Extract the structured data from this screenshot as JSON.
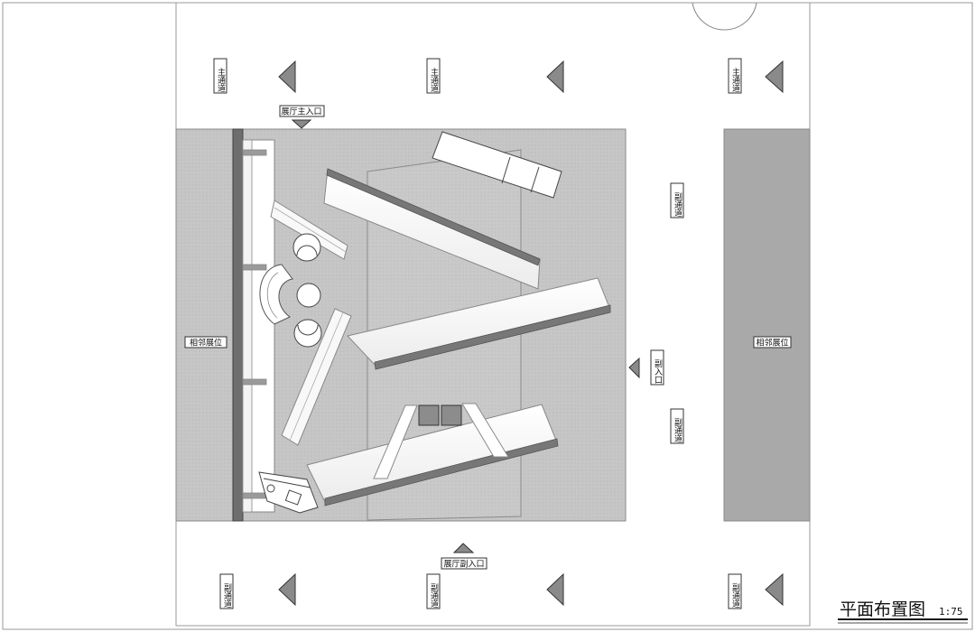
{
  "drawing": {
    "title": "平面布置图",
    "scale": "1:75"
  },
  "labels": {
    "main_aisle": "主通道",
    "side_aisle": "副通道",
    "adjacent_booth": "相邻展位",
    "hall_main_entrance": "展厅主入口",
    "hall_side_entrance": "展厅副入口",
    "side_entrance": "副入口"
  },
  "colors": {
    "booth_fill": "#c8c8c8",
    "adjacent_fill": "#a9a9a9",
    "wall_dark": "#6e6e6e",
    "arrow_fill": "#8a8a8a",
    "line": "#555555"
  }
}
